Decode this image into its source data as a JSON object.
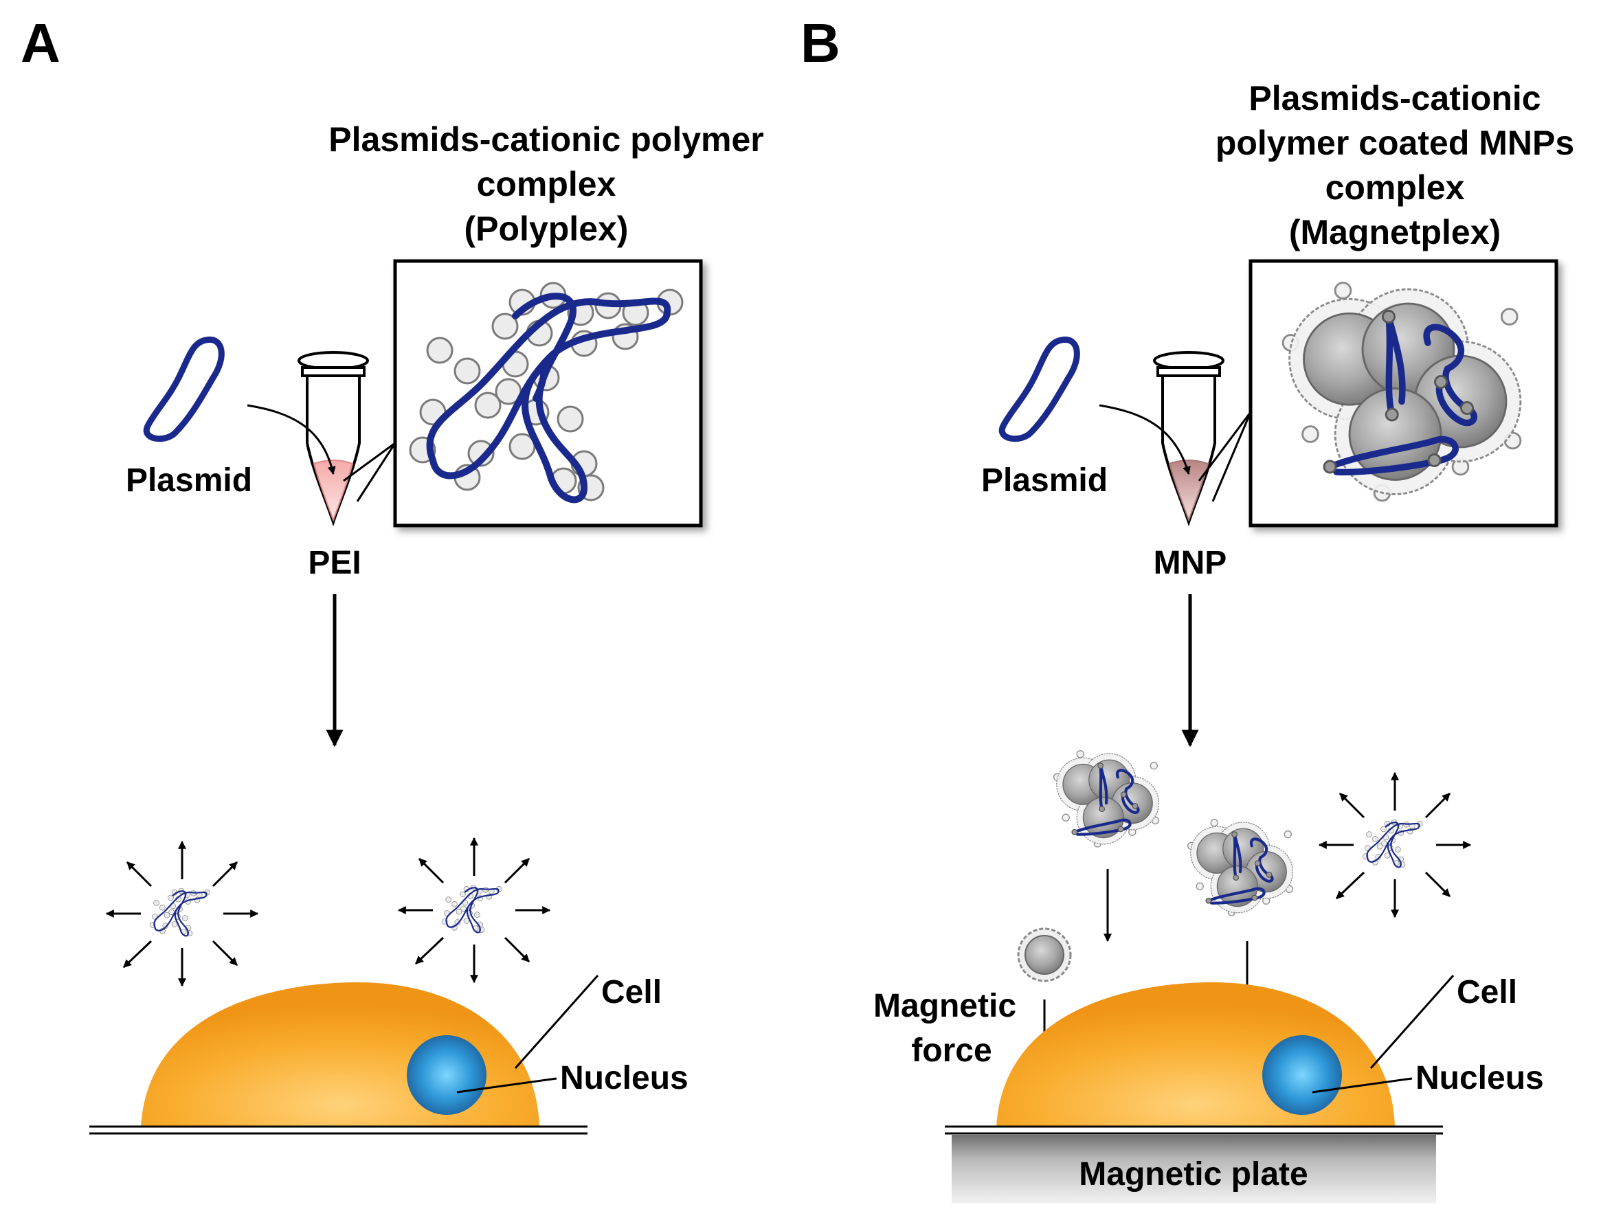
{
  "panel_a": {
    "letter": "A",
    "complex_title": [
      "Plasmids-cationic polymer",
      "complex",
      "(Polyplex)"
    ],
    "plasmid_label": "Plasmid",
    "reagent_label": "PEI",
    "cell_label": "Cell",
    "nucleus_label": "Nucleus"
  },
  "panel_b": {
    "letter": "B",
    "complex_title": [
      "Plasmids-cationic",
      "polymer coated MNPs",
      "complex",
      "(Magnetplex)"
    ],
    "plasmid_label": "Plasmid",
    "reagent_label": "MNP",
    "force_label": [
      "Magnetic",
      "force"
    ],
    "cell_label": "Cell",
    "nucleus_label": "Nucleus",
    "plate_label": "Magnetic plate"
  },
  "colors": {
    "plasmid": "#1a2a8c",
    "cell": "#f7a21c",
    "nucleus": "#2a86c8",
    "pei_liquid": "#f29a9a",
    "mnp_liquid": "#c4928f",
    "particle": "#9a9a9a"
  }
}
